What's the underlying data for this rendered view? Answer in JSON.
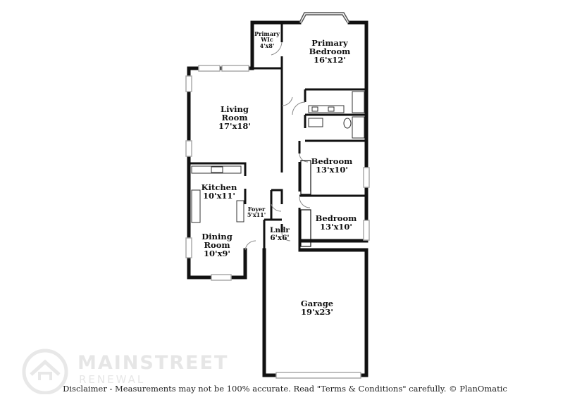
{
  "rooms": {
    "primary_bedroom": {
      "name": "Primary Bedroom",
      "name_l1": "Primary",
      "name_l2": "Bedroom",
      "dims": "16'x12'"
    },
    "primary_wic": {
      "name_l1": "Primary",
      "name_l2": "WIc",
      "dims": "4'x8'"
    },
    "living_room": {
      "name_l1": "Living",
      "name_l2": "Room",
      "dims": "17'x18'"
    },
    "kitchen": {
      "name": "Kitchen",
      "dims": "10'x11'"
    },
    "foyer": {
      "name": "Foyer",
      "dims": "5'x11'"
    },
    "dining_room": {
      "name_l1": "Dining",
      "name_l2": "Room",
      "dims": "10'x9'"
    },
    "bedroom_upper": {
      "name": "Bedroom",
      "dims": "13'x10'"
    },
    "bedroom_lower": {
      "name": "Bedroom",
      "dims": "13'x10'"
    },
    "laundry": {
      "name": "Lndr",
      "dims": "6'x6'"
    },
    "garage": {
      "name": "Garage",
      "dims": "19'x23'"
    }
  },
  "watermark": {
    "brand": "MAINSTREET",
    "sub": "RENEWAL"
  },
  "disclaimer": "Disclaimer - Measurements may not be 100% accurate. Read \"Terms & Conditions\" carefully. © PlanOmatic",
  "colors": {
    "wall": "#111111",
    "window": "#bbbbbb",
    "watermark": "#e6e6e6",
    "background": "#ffffff"
  }
}
